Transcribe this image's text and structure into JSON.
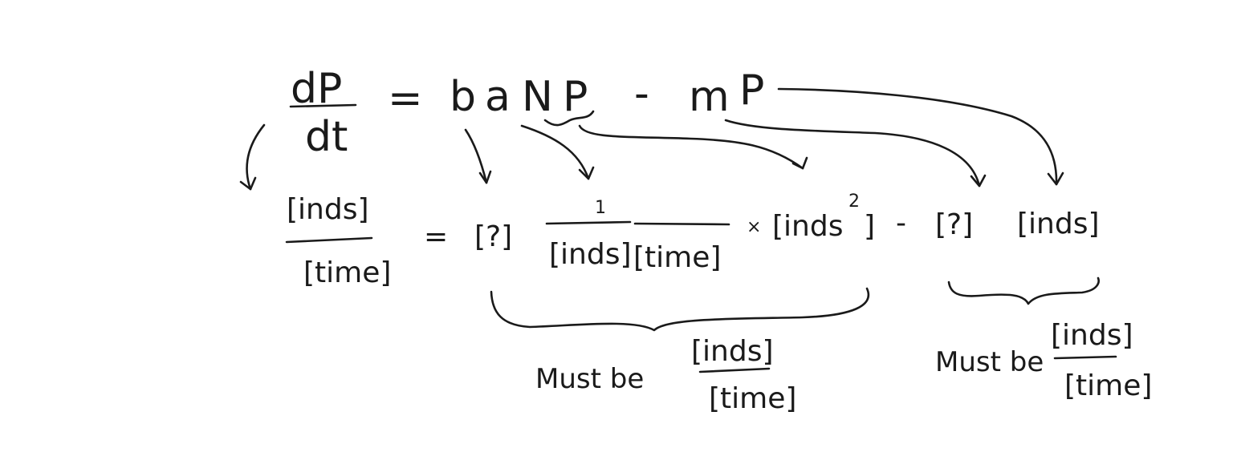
{
  "equation": {
    "lhs_numerator": "dP",
    "lhs_denominator": "dt",
    "equals": "=",
    "term1": {
      "b": "b",
      "a": "a",
      "N": "N",
      "P": "P"
    },
    "minus": "-",
    "term2": {
      "m": "m",
      "P": "P"
    }
  },
  "units": {
    "lhs_numerator": "[inds]",
    "lhs_denominator": "[time]",
    "equals": "=",
    "b_unit": "[?]",
    "a_numerator": "1",
    "a_denominator_inds": "[inds]",
    "a_denominator_time": "[time]",
    "times": "×",
    "np_unit": "[inds",
    "np_exponent": "2",
    "np_close": "]",
    "minus": "-",
    "m_unit": "[?]",
    "p_unit": "[inds]"
  },
  "notes": {
    "left": {
      "label": "Must be",
      "numerator": "[inds]",
      "denominator": "[time]"
    },
    "right": {
      "label": "Must be",
      "numerator": "[inds]",
      "denominator": "[time]"
    }
  }
}
